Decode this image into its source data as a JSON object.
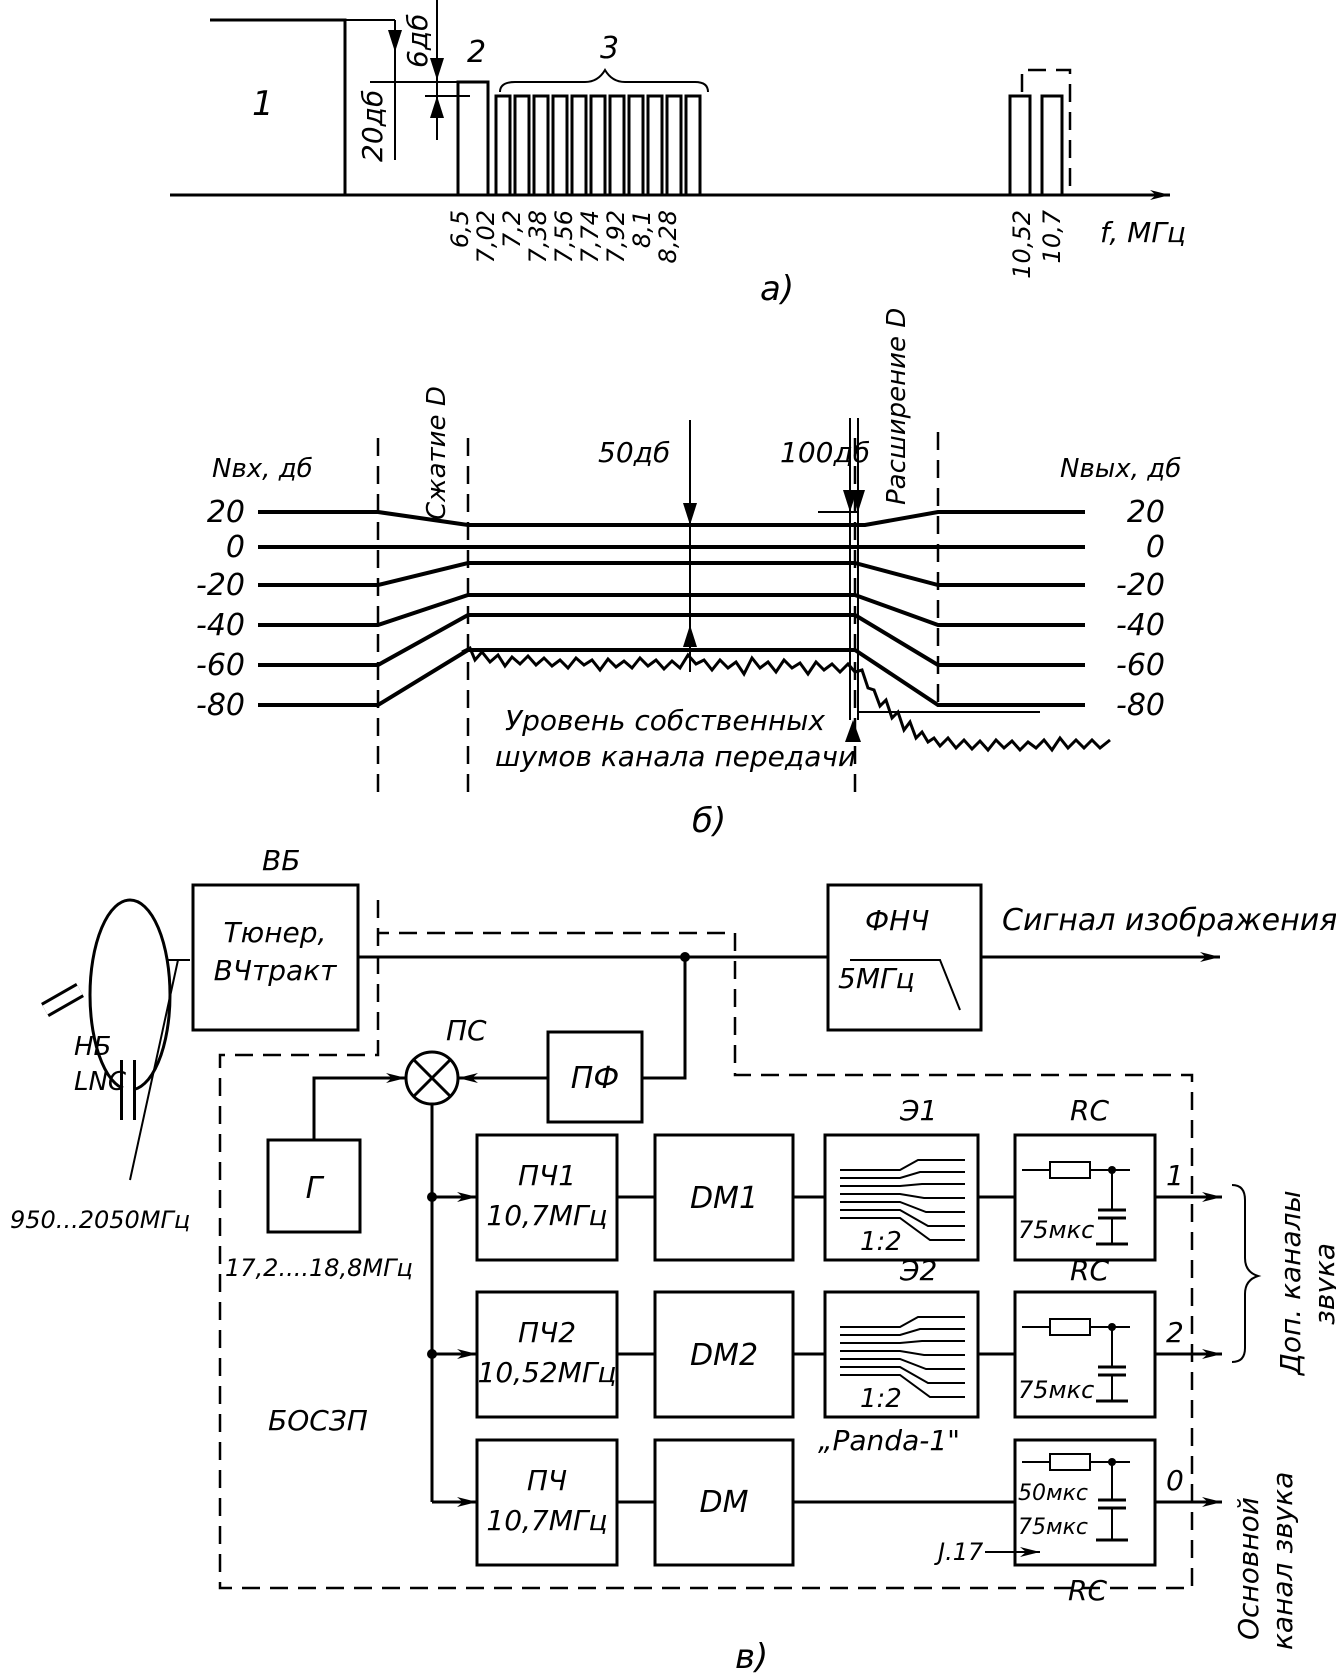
{
  "panel_a": {
    "caption": "a)",
    "axis_label": "f, МГц",
    "level_20": "20дб",
    "level_6": "6дб",
    "marker_1": "1",
    "marker_2": "2",
    "marker_3": "3",
    "freq_ticks": [
      "6,5",
      "7,02",
      "7,2",
      "7,38",
      "7,56",
      "7,74",
      "7,92",
      "8,1",
      "8,28"
    ],
    "freq_ticks_right": [
      "10,52",
      "10,7"
    ]
  },
  "panel_b": {
    "caption": "б)",
    "left_axis_label": "Nвх, дб",
    "right_axis_label": "Nвых, дб",
    "left_levels": [
      "20",
      "0",
      "-20",
      "-40",
      "-60",
      "-80"
    ],
    "right_levels": [
      "20",
      "0",
      "-20",
      "-40",
      "-60",
      "-80"
    ],
    "compression": "Сжатие D",
    "expansion": "Расширение D",
    "label_50db": "50дб",
    "label_100db": "100дб",
    "noise_line1": "Уровень собственных",
    "noise_line2": "шумов канала передачи"
  },
  "panel_c": {
    "caption": "в)",
    "vb": "ВБ",
    "tuner_line1": "Тюнер,",
    "tuner_line2": "ВЧтракт",
    "lpf_title": "ФНЧ",
    "lpf_freq": "5МГц",
    "video_signal": "Сигнал изображения",
    "ps": "ПС",
    "pf": "ПФ",
    "nb": "НБ",
    "lnc": "LNC",
    "lnb_freq": "950...2050МГц",
    "gen": "Г",
    "gen_freq": "17,2....18,8МГц",
    "if1_line1": "ПЧ1",
    "if1_line2": "10,7МГц",
    "if2_line1": "ПЧ2",
    "if2_line2": "10,52МГц",
    "if0_line1": "ПЧ",
    "if0_line2": "10,7МГц",
    "dm1": "DM1",
    "dm2": "DM2",
    "dm0": "DM",
    "e1": "Э1",
    "e2": "Э2",
    "ratio1": "1:2",
    "ratio2": "1:2",
    "panda": "„Panda-1\"",
    "rc1": "RC",
    "rc2": "RC",
    "rc0": "RC",
    "tau1": "75мкс",
    "tau2": "75мкс",
    "tau0a": "50мкс",
    "tau0b": "75мкс",
    "out1": "1",
    "out2": "2",
    "out0": "0",
    "j17": "J.17",
    "bosz": "БОСЗП",
    "extra_channels_line1": "Доп. каналы",
    "extra_channels_line2": "звука",
    "main_channel_line1": "Основной",
    "main_channel_line2": "канал звука"
  }
}
